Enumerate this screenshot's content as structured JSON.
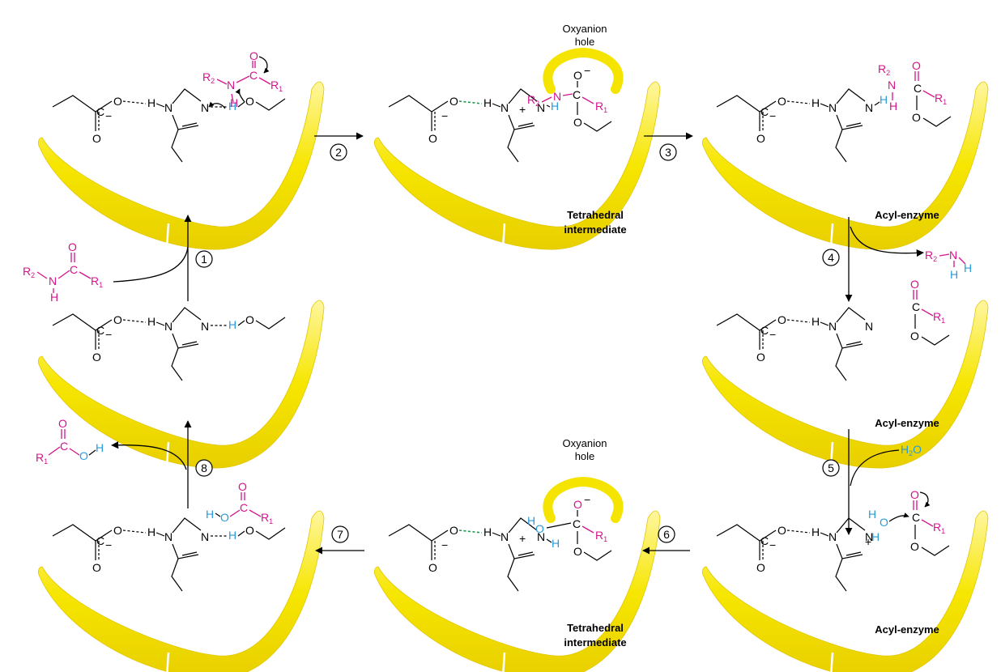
{
  "colors": {
    "substrate": "#d4148c",
    "proton": "#2a9bd8",
    "enzyme": "#f5e400",
    "oxyanion": "#f5e400",
    "hbond_green": "#1a9a4a"
  },
  "labels": {
    "tetrahedral_1": [
      "Tetrahedral",
      "intermediate"
    ],
    "acyl_1": "Acyl-enzyme",
    "acyl_2": "Acyl-enzyme",
    "acyl_3": "Acyl-enzyme",
    "tetrahedral_2": [
      "Tetrahedral",
      "intermediate"
    ],
    "oxyanion_1": [
      "Oxyanion",
      "hole"
    ],
    "oxyanion_2": [
      "Oxyanion",
      "hole"
    ]
  },
  "steps": [
    "1",
    "2",
    "3",
    "4",
    "5",
    "6",
    "7",
    "8"
  ],
  "species": {
    "amine_product": "R2–N–H",
    "water": "H2O",
    "acid_product": "R1–COOH",
    "substrate": "R2–NH–CO–R1"
  },
  "atoms": {
    "O": "O",
    "C": "C",
    "N": "N",
    "H": "H",
    "R1": "R",
    "R2": "R",
    "one": "1",
    "two": "2",
    "minus": "−",
    "plus": "+"
  }
}
